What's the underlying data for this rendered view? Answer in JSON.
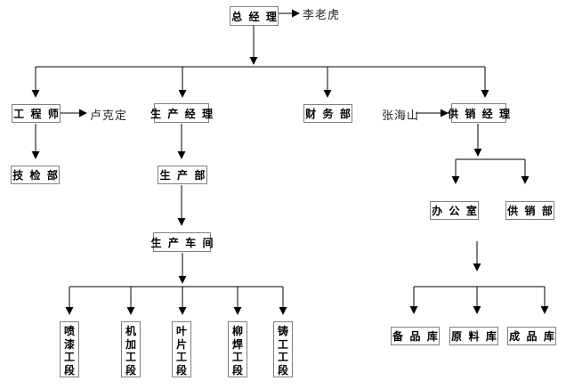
{
  "diagram": {
    "type": "organization-chart",
    "colors": {
      "background": "#ffffff",
      "box_border": "#7f7f7f",
      "box_text": "#000000",
      "line": "#000000",
      "annotation_text": "#262626"
    },
    "nodes": {
      "ceo": {
        "label": "总 经 理"
      },
      "engineer": {
        "label": "工 程 师"
      },
      "production_manager": {
        "label": "生 产 经 理"
      },
      "finance_dept": {
        "label": "财 务 部"
      },
      "supply_manager": {
        "label": "供 销 经 理"
      },
      "tech_inspection_dept": {
        "label": "技 检 部"
      },
      "production_dept": {
        "label": "生 产 部"
      },
      "production_workshop": {
        "label": "生 产 车 间"
      },
      "office": {
        "label": "办 公 室"
      },
      "supply_dept": {
        "label": "供 销 部"
      },
      "paint_section": {
        "label": "喷漆工段"
      },
      "machining_section": {
        "label": "机加工段"
      },
      "blade_section": {
        "label": "叶片工段"
      },
      "riveting_welding_section": {
        "label": "柳焊工段"
      },
      "casting_section": {
        "label": "铸工工段"
      },
      "spare_parts_warehouse": {
        "label": "备 品 库"
      },
      "raw_material_warehouse": {
        "label": "原 料 库"
      },
      "finished_goods_warehouse": {
        "label": "成 品 库"
      }
    },
    "annotations": {
      "ceo_name": "李老虎",
      "engineer_name": "卢克定",
      "supply_manager_name": "张海山"
    },
    "edges": [
      "总经理→李老虎",
      "总经理→工程师",
      "总经理→生产经理",
      "总经理→财务部",
      "总经理→供销经理",
      "工程师→卢克定",
      "工程师→技检部",
      "生产经理→生产部",
      "生产部→生产车间",
      "生产车间→喷漆工段",
      "生产车间→机加工段",
      "生产车间→叶片工段",
      "生产车间→柳焊工段",
      "生产车间→铸工工段",
      "张海山→供销经理",
      "供销经理→办公室",
      "供销经理→供销部",
      "供销经理→备品库",
      "供销经理→原料库",
      "供销经理→成品库"
    ]
  }
}
